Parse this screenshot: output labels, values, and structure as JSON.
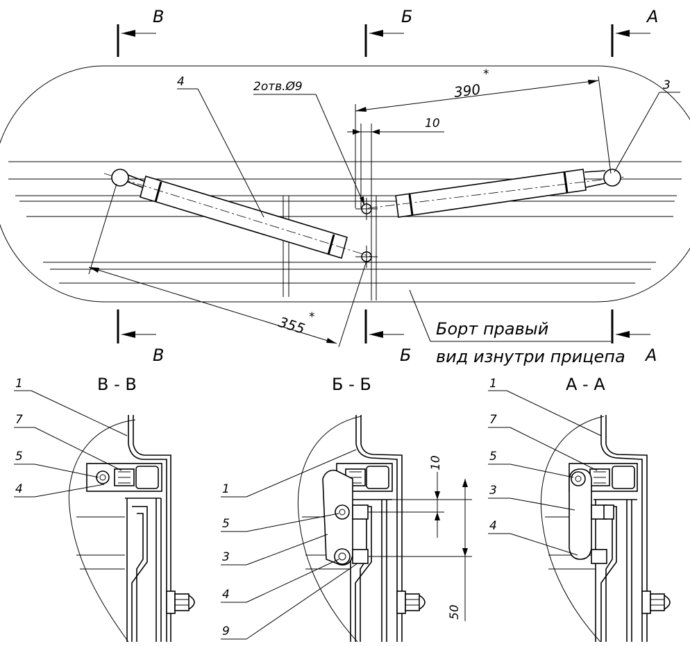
{
  "sections": {
    "a": "А",
    "b": "Б",
    "v": "В"
  },
  "section_titles": {
    "vv": "В - В",
    "bb": "Б - Б",
    "aa": "А - А"
  },
  "dimensions": {
    "holes": "2отв.Ø9",
    "d390": "390",
    "d355": "355",
    "star": "*",
    "d10": "10",
    "d10b": "10",
    "d50": "50"
  },
  "callouts": {
    "c4_top": "4",
    "c3_top": "3",
    "vv_1": "1",
    "vv_7": "7",
    "vv_5": "5",
    "vv_4": "4",
    "bb_1": "1",
    "bb_5": "5",
    "bb_3": "3",
    "bb_4": "4",
    "bb_9": "9",
    "aa_1": "1",
    "aa_7": "7",
    "aa_5": "5",
    "aa_3": "3",
    "aa_4": "4"
  },
  "caption": {
    "line1": "Борт правый",
    "line2": "вид изнутри прицепа"
  }
}
